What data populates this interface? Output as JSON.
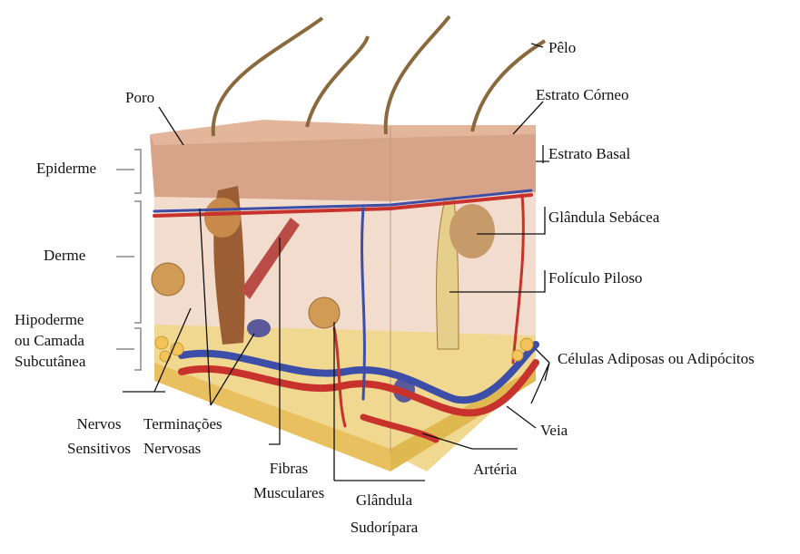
{
  "labels": {
    "pelo": "Pêlo",
    "estrato_corneo": "Estrato Córneo",
    "estrato_basal": "Estrato Basal",
    "glandula_sebacea": "Glândula Sebácea",
    "foliculo_piloso": "Folículo Piloso",
    "celulas_adiposas": "Células Adiposas ou Adipócitos",
    "veia": "Veia",
    "arteria": "Artéria",
    "poro": "Poro",
    "epiderme": "Epiderme",
    "derme": "Derme",
    "hipoderme": [
      "Hipoderme",
      "ou Camada",
      "Subcutânea"
    ],
    "nervos_sensitivos": [
      "Nervos",
      "Sensitivos"
    ],
    "terminacoes_nervosas": [
      "Terminações",
      "Nervosas"
    ],
    "fibras_musculares": [
      "Fibras",
      "Musculares"
    ],
    "glandula_sudoripara": [
      "Glândula",
      "Sudorípara"
    ]
  },
  "colors": {
    "epidermis": "#d7a489",
    "epidermis_top": "#e3b59a",
    "dermis": "#f2dccd",
    "hypodermis": "#f0d890",
    "fat": "#e8c060",
    "artery": "#c8322d",
    "vein": "#3c4ea8",
    "hair": "#8a6a3c",
    "gland": "#c78a4b",
    "muscle": "#b94c45"
  }
}
